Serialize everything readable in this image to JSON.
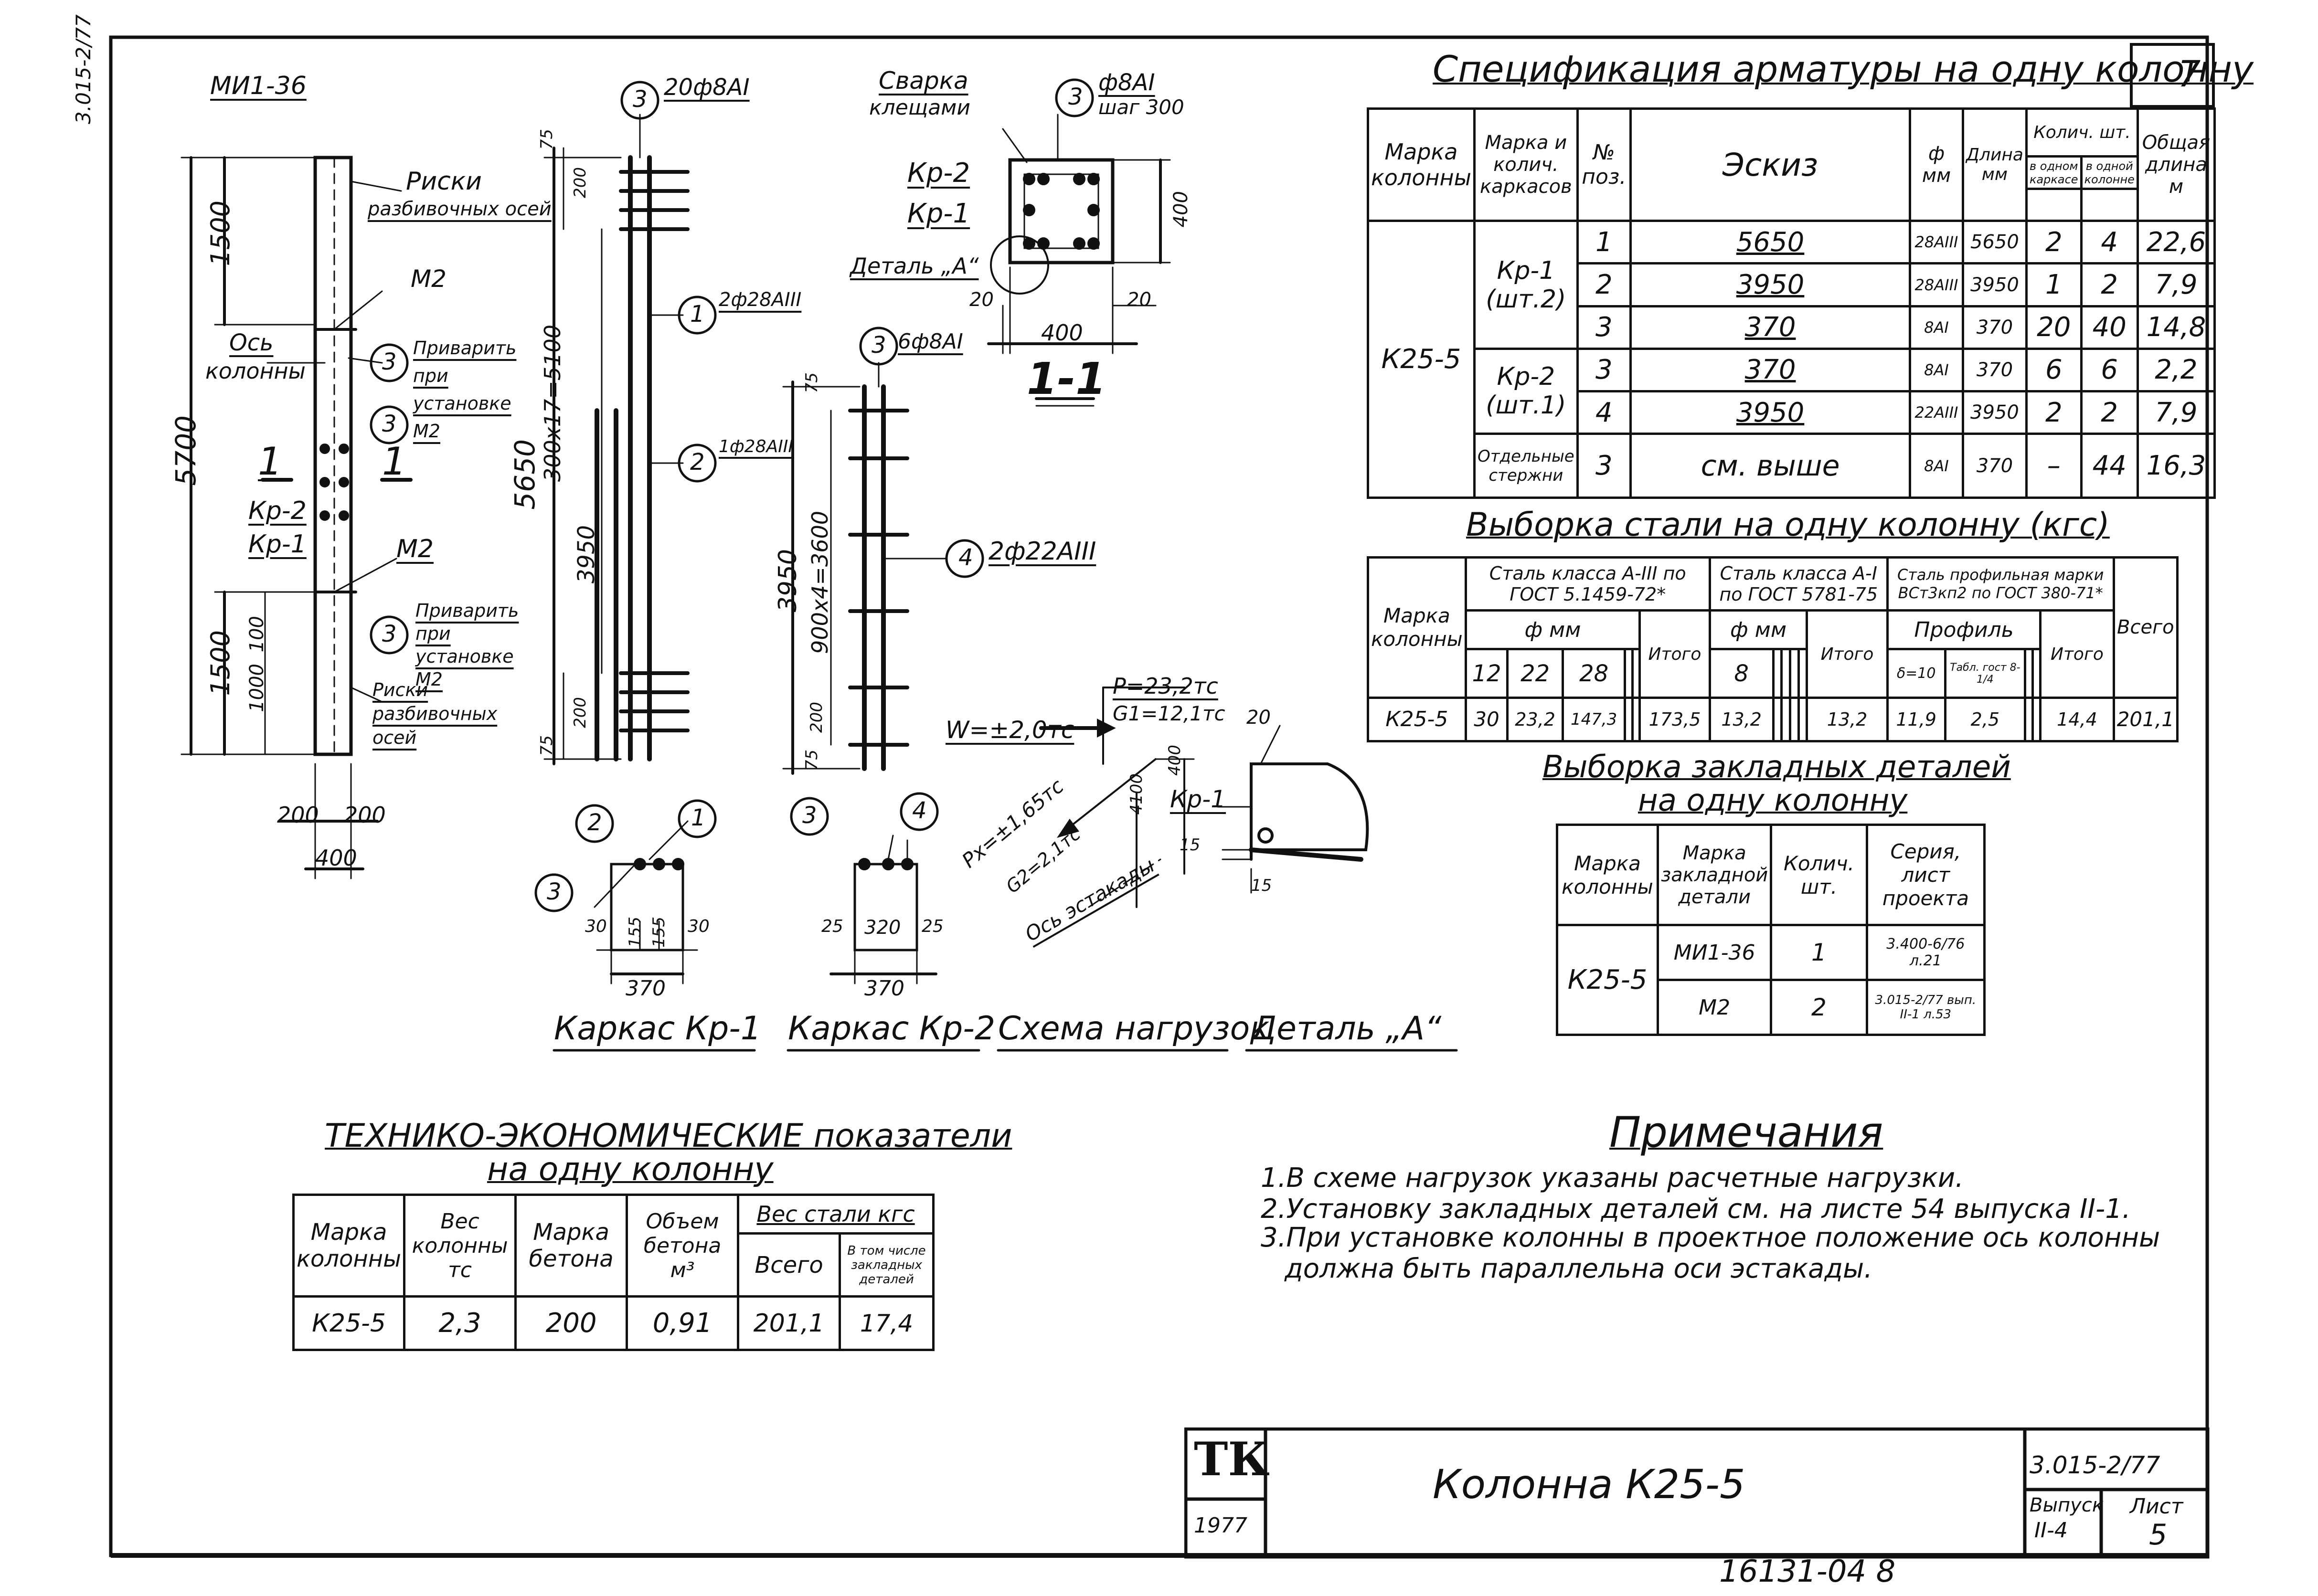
{
  "spec_table": {
    "title": "Спецификация арматуры на одну колонну",
    "sheet_no": "7",
    "headers": {
      "marka": "Марка колонны",
      "marka_kark": "Марка и колич. каркасов",
      "pos": "№ поз.",
      "sketch": "Эскиз",
      "dia": "ф мм",
      "len": "Длина мм",
      "qty": "Колич. шт.",
      "qty_frame": "в одном каркасе",
      "qty_col": "в одной колонне",
      "total": "Общая длина м"
    },
    "column_mark": "К25-5",
    "groups": [
      "Кр-1 (шт.2)",
      "Кр-2 (шт.1)",
      "Отдельные стержни"
    ],
    "rows": [
      {
        "pos": "1",
        "sketch": "5650",
        "dia": "28АIII",
        "len": "5650",
        "q1": "2",
        "q2": "4",
        "total": "22,6"
      },
      {
        "pos": "2",
        "sketch": "3950",
        "dia": "28АIII",
        "len": "3950",
        "q1": "1",
        "q2": "2",
        "total": "7,9"
      },
      {
        "pos": "3",
        "sketch": "370",
        "dia": "8АI",
        "len": "370",
        "q1": "20",
        "q2": "40",
        "total": "14,8"
      },
      {
        "pos": "3",
        "sketch": "370",
        "dia": "8АI",
        "len": "370",
        "q1": "6",
        "q2": "6",
        "total": "2,2"
      },
      {
        "pos": "4",
        "sketch": "3950",
        "dia": "22АIII",
        "len": "3950",
        "q1": "2",
        "q2": "2",
        "total": "7,9"
      },
      {
        "pos": "3",
        "sketch": "см. выше",
        "dia": "8АI",
        "len": "370",
        "q1": "–",
        "q2": "44",
        "total": "16,3"
      }
    ]
  },
  "steel_table": {
    "title": "Выборка стали на одну колонну (кгс)",
    "marka": "Марка колонны",
    "classA3": "Сталь класса А-III по ГОСТ 5.1459-72*",
    "classA1": "Сталь класса А-I по ГОСТ 5781-75",
    "profile": "Сталь профильная марки ВСт3кп2 по ГОСТ 380-71*",
    "fmm": "ф мм",
    "itogo": "Итого",
    "vsego": "Всего",
    "profil": "Профиль",
    "d_a3": [
      "12",
      "22",
      "28"
    ],
    "d_a1": "8",
    "prof_cols": [
      "δ=10",
      "Табл. гост 8-1/4"
    ],
    "row": {
      "mark": "К25-5",
      "v12": "30",
      "v22": "23,2",
      "v28": "147,3",
      "itogo1": "173,5",
      "v8": "13,2",
      "itogo2": "13,2",
      "p1": "11,9",
      "p2": "2,5",
      "itogo3": "14,4",
      "vsego": "201,1"
    }
  },
  "embed_table": {
    "title1": "Выборка закладных деталей",
    "title2": "на одну колонну",
    "headers": [
      "Марка колонны",
      "Марка закладной детали",
      "Колич. шт.",
      "Серия, лист проекта"
    ],
    "mark": "К25-5",
    "rows": [
      {
        "detail": "МИ1-36",
        "qty": "1",
        "series": "3.400-6/76 л.21"
      },
      {
        "detail": "М2",
        "qty": "2",
        "series": "3.015-2/77 вып. II-1 л.53"
      }
    ]
  },
  "tech_table": {
    "title1": "ТЕХНИКО-ЭКОНОМИЧЕСКИЕ показатели",
    "title2": "на одну колонну",
    "headers": [
      "Марка колонны",
      "Вес колонны тс",
      "Марка бетона",
      "Объем бетона м³",
      "Вес стали кгс",
      "Всего",
      "В том числе закладных деталей"
    ],
    "row": [
      "К25-5",
      "2,3",
      "200",
      "0,91",
      "201,1",
      "17,4"
    ]
  },
  "notes": {
    "title": "Примечания",
    "items": [
      "1.В схеме нагрузок указаны расчетные нагрузки.",
      "2.Установку закладных деталей см. на листе 54 выпуска II-1.",
      "3.При установке колонны в проектное положение ось колонны",
      "должна быть параллельна оси эстакады."
    ]
  },
  "title_block": {
    "logo": "ТК",
    "year": "1977",
    "name": "Колонна К25-5",
    "series": "3.015-2/77",
    "vypusk_label": "Выпуск",
    "vypusk": "II-4",
    "list_label": "Лист",
    "list": "5"
  },
  "bottom_number": "16131-04 8",
  "captions": [
    "Каркас Кр-1",
    "Каркас Кр-2",
    "Схема нагрузок",
    "Деталь „А“"
  ],
  "drawing_labels": {
    "mi": "МИ1-36",
    "riski1": "Риски",
    "riski1b": "разбивочных осей",
    "m2a": "М2",
    "os": "Ось",
    "kolonny": "колонны",
    "privarit1": "Приварить при установке М2",
    "kr2": "Кр-2",
    "kr1": "Кр-1",
    "m2b": "М2",
    "privarit2": "Приварить при установке М2",
    "riski2": "Риски разбивочных осей",
    "d5700": "5700",
    "d1500a": "1500",
    "d1500b": "1500",
    "d100": "100",
    "d1000": "1000",
    "d200a": "200",
    "d200b": "200",
    "d400a": "400",
    "sec1": "1",
    "sec1b": "1",
    "c3_20": "20ф8АI",
    "n75a": "75",
    "n200a": "200",
    "d5650": "5650",
    "d300": "300х17=5100",
    "d3950a": "3950",
    "n200b": "200",
    "n75b": "75",
    "c1": "2ф28АIII",
    "c2": "1ф28АIII",
    "c3_6": "6ф8АI",
    "n75c": "75",
    "d3950b": "3950",
    "d900": "900х4=3600",
    "n200c": "200",
    "n75d": "75",
    "c4": "2ф22АIII",
    "svarka": "Сварка",
    "kleshami": "клещами",
    "c3_f8": "ф8АI",
    "shag": "шаг 300",
    "kr2b": "Кр-2",
    "kr1b": "Кр-1",
    "detA": "Деталь „А“",
    "d400b": "400",
    "d20a": "20",
    "d400c": "400",
    "d20b": "20",
    "sec11": "1-1",
    "f30a": "30",
    "f155a": "155",
    "f155b": "155",
    "f30b": "30",
    "f370a": "370",
    "f25a": "25",
    "f320": "320",
    "f25b": "25",
    "f370b": "370",
    "load_w": "W=±2,0тс",
    "load_p": "Р=23,2тс",
    "load_g1": "G1=12,1тс",
    "load_px": "Рх=±1,65тс",
    "load_g2": "G2=2,1тс",
    "load_os": "Ось эстакады",
    "load_4100": "4100",
    "load_400": "400",
    "det20": "20",
    "detkr1": "Кр-1",
    "det15a": "15",
    "det15b": "15"
  },
  "margin_text": "3.015-2/77"
}
